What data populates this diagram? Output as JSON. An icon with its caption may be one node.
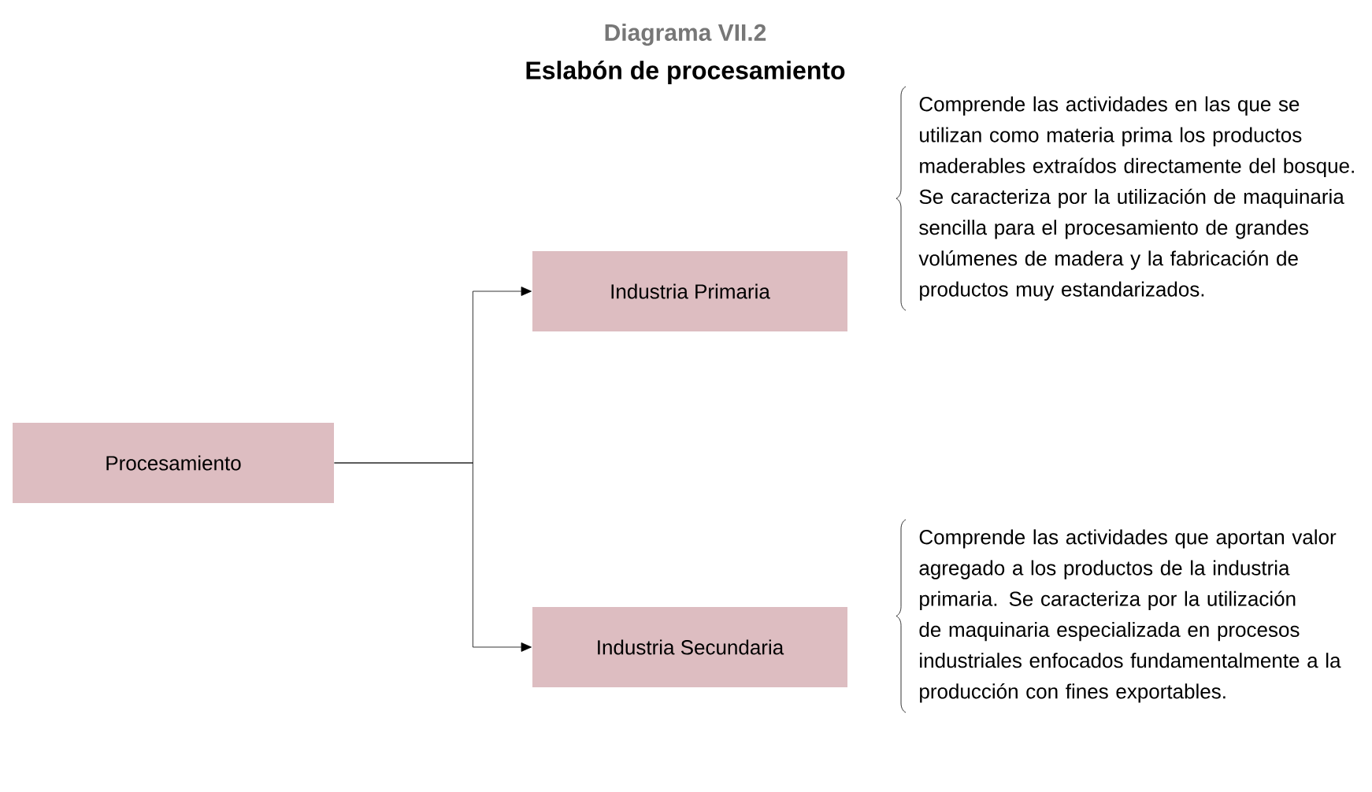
{
  "diagram": {
    "title": "Diagrama VII.2",
    "nodes": [
      {
        "text": [
          "Procesamiento"
        ]
      },
      {
        "text": [
          "Industria Primaria"
        ],
        "beside": [
          "Comprende las actividades en las que se utilizan como materia prima los productos maderables extraídos directamente del bosque. Se caracteriza por la utilización de maquinaria sencilla para el procesamiento de grandes volúmenes de madera y la fabricación de productos muy estandarizados."
        ]
      },
      {
        "text": [
          "Industria Secundaria"
        ],
        "beside": [
          "Comprende las actividades que aportan valor agregado a los productos de la industria primaria. Se caracteriza por la utilización de maquinaria especializada en procesos industriales enfocados fundamentalmente a la producción con fines exportables."
        ]
      }
    ],
    "edges": [
      {
        "from": 0,
        "to": 1,
        "arrow": "to"
      },
      {
        "from": 0,
        "to": 2,
        "arrow": "to"
      }
    ],
    "labels": [
      "Eslabón de procesamiento"
    ]
  }
}
